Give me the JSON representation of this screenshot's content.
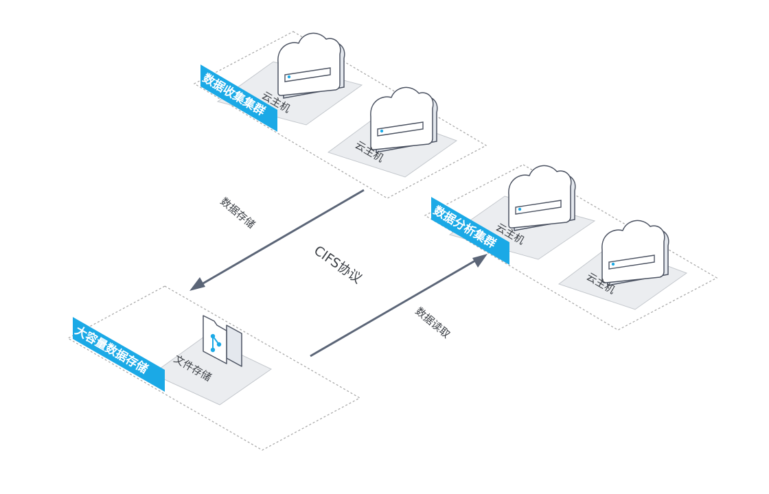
{
  "clusters": {
    "collection": {
      "label": "数据收集集群",
      "node1": "云主机",
      "node2": "云主机"
    },
    "analysis": {
      "label": "数据分析集群",
      "node1": "云主机",
      "node2": "云主机"
    },
    "storage": {
      "label": "大容量数据存储",
      "node1": "文件存储"
    }
  },
  "edges": {
    "store": {
      "label": "数据存储"
    },
    "read": {
      "label": "数据读取"
    },
    "protocol": "CIFS协议"
  },
  "colors": {
    "accent": "#1ba9e6",
    "arrow": "#5b6577",
    "border": "#a9a9a9"
  },
  "icons": {
    "host": "cloud-server-icon",
    "storage": "file-storage-icon"
  }
}
